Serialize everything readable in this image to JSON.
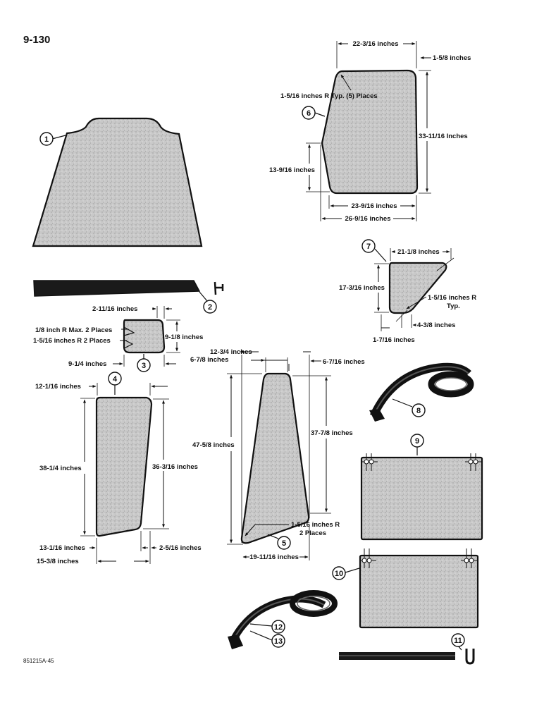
{
  "page_number": "9-130",
  "figure_id": "851215A-45",
  "callouts": [
    "1",
    "2",
    "3",
    "4",
    "5",
    "6",
    "7",
    "8",
    "9",
    "10",
    "11",
    "12",
    "13"
  ],
  "dimensions": {
    "d6_top": "22-3/16 inches",
    "d6_corner": "1-5/8 inches",
    "d6_radius": "1-5/16 inches R Typ. (5) Places",
    "d6_height": "33-11/16 Inches",
    "d6_left": "13-9/16 inches",
    "d6_bottom": "23-9/16 inches",
    "d6_overall": "26-9/16 inches",
    "d7_top": "21-1/8 inches",
    "d7_height": "17-3/16 inches",
    "d7_radius": "1-5/16 inches R",
    "d7_radius_typ": "Typ.",
    "d7_bottom": "4-3/8 inches",
    "d7_offset": "1-7/16 inches",
    "d3_top": "2-11/16 inches",
    "d3_radius_max": "1/8 inch R Max. 2 Places",
    "d3_radius": "1-5/16 inches R 2 Places",
    "d3_height": "9-1/8 inches",
    "d3_width": "9-1/4 inches",
    "d4_top": "12-1/16 inches",
    "d4_left": "38-1/4 inches",
    "d4_right": "36-3/16 inches",
    "d4_bottom": "13-1/16 inches",
    "d4_offset": "2-5/16 inches",
    "d4_overall": "15-3/8 inches",
    "d5_top": "12-3/4 inches",
    "d5_top_left": "6-7/8 inches",
    "d5_top_right": "6-7/16 inches",
    "d5_left": "47-5/8 inches",
    "d5_right": "37-7/8 inches",
    "d5_radius": "1-5/16 inches R",
    "d5_radius_places": "2 Places",
    "d5_bottom": "19-11/16 inches"
  }
}
